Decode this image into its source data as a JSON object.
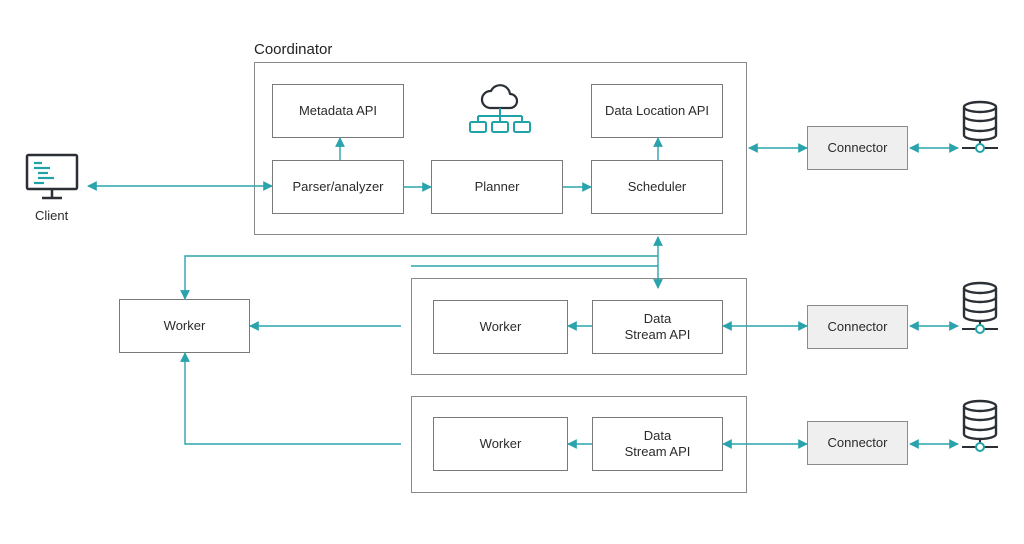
{
  "coordinator": {
    "title": "Coordinator",
    "metadata_api": "Metadata API",
    "data_location_api": "Data Location API",
    "parser": "Parser/analyzer",
    "planner": "Planner",
    "scheduler": "Scheduler"
  },
  "client": {
    "label": "Client"
  },
  "worker_left": {
    "label": "Worker"
  },
  "worker_node_1": {
    "worker": "Worker",
    "data_stream_line1": "Data",
    "data_stream_line2": "Stream API"
  },
  "worker_node_2": {
    "worker": "Worker",
    "data_stream_line1": "Data",
    "data_stream_line2": "Stream API"
  },
  "connectors": [
    {
      "label": "Connector"
    },
    {
      "label": "Connector"
    },
    {
      "label": "Connector"
    }
  ],
  "colors": {
    "arrow": "#2aa3ad",
    "icon_dark": "#2b2f36",
    "icon_teal": "#1fa3a8"
  },
  "icons": {
    "client": "monitor-code-icon",
    "cloud_network": "cloud-network-icon",
    "database": "database-icon"
  }
}
